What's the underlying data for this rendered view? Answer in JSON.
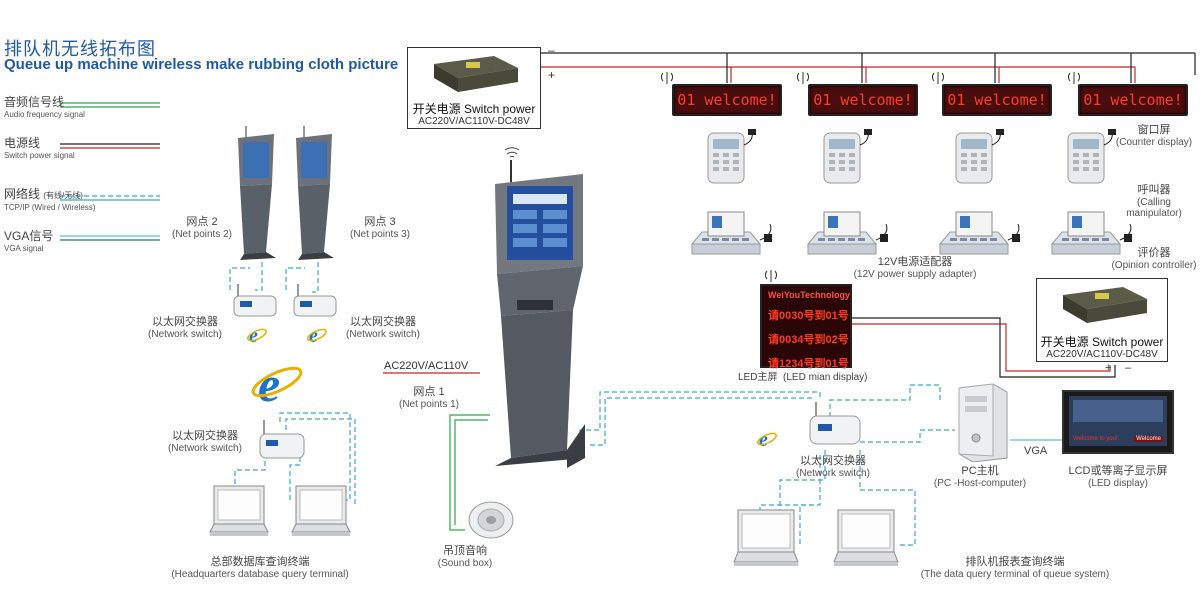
{
  "title": {
    "cn": "排队机无线拓布图",
    "en": "Queue up machine wireless make rubbing cloth picture"
  },
  "legend": [
    {
      "cn": "音频信号线",
      "en": "Audio frequency signal",
      "color": "#2aa84a"
    },
    {
      "cn": "电源线",
      "en": "Switch power signal",
      "color": "#c0282a"
    },
    {
      "cn": "网络线",
      "cn_note": "(有线/无线)",
      "en": "TCP/IP",
      "en_note": "(Wired / Wireless)",
      "color": "#3aa7dc"
    },
    {
      "cn": "VGA信号",
      "en": "VGA signal",
      "color": "#5bc0c8"
    }
  ],
  "power_top": {
    "cn": "开关电源",
    "en_title": "Switch power",
    "spec": "AC220V/AC110V-DC48V",
    "minus": "–",
    "plus": "+"
  },
  "power_right": {
    "cn": "开关电源",
    "en_title": "Switch power",
    "spec": "AC220V/AC110V-DC48V",
    "plus": "+",
    "minus": "–"
  },
  "counter_displays": [
    {
      "num": "01",
      "text": "welcome!"
    },
    {
      "num": "01",
      "text": "welcome!"
    },
    {
      "num": "01",
      "text": "welcome!"
    },
    {
      "num": "01",
      "text": "welcome!"
    }
  ],
  "right_labels": {
    "counter_display": {
      "cn": "窗口屏",
      "en": "(Counter display)"
    },
    "calling": {
      "cn": "呼叫器",
      "en": "(Calling manipulator)"
    },
    "opinion": {
      "cn": "评价器",
      "en": "(Opinion controller)"
    }
  },
  "adapter": {
    "cn": "12V电源适配器",
    "en": "(12V power supply  adapter)"
  },
  "led_main": {
    "lines": [
      "WeiYouTechnology",
      "请0030号到01号",
      "请0034号到02号",
      "请1234号到01号"
    ],
    "cn": "LED主屏",
    "en": "(LED mian display)"
  },
  "net_points": [
    {
      "cn": "网点 2",
      "en": "(Net points 2)"
    },
    {
      "cn": "网点 3",
      "en": "(Net points 3)"
    },
    {
      "cn": "网点 1",
      "en": "(Net points 1)"
    }
  ],
  "switch_labels": [
    {
      "cn": "以太网交换器",
      "en": "(Network switch)"
    },
    {
      "cn": "以太网交换器",
      "en": "(Network switch)"
    },
    {
      "cn": "以太网交换器",
      "en": "(Network switch)"
    },
    {
      "cn": "以太网交换器",
      "en": "(Network switch)"
    }
  ],
  "ac_label": "AC220V/AC110V",
  "sound_box": {
    "cn": "吊顶音响",
    "en": "(Sound box)"
  },
  "hq_terminal": {
    "cn": "总部数据库查询终端",
    "en": "(Headquarters database query terminal)"
  },
  "queue_terminal": {
    "cn": "排队机报表查询终端",
    "en": "(The data query terminal of queue system)"
  },
  "pc_host": {
    "cn": "PC主机",
    "en": "(PC -Host-computer)"
  },
  "vga_label": "VGA",
  "lcd": {
    "cn": "LCD或等离子显示屏",
    "en": "(LED display)",
    "screen_text": "Welcome to you!",
    "screen_text2": "Welcome"
  },
  "colors": {
    "title": "#1e5aa8",
    "power": "#c0282a",
    "network": "#3aa7dc",
    "audio": "#2aa84a",
    "vga": "#5bc0c8",
    "led_text": "#ff3b2b"
  }
}
